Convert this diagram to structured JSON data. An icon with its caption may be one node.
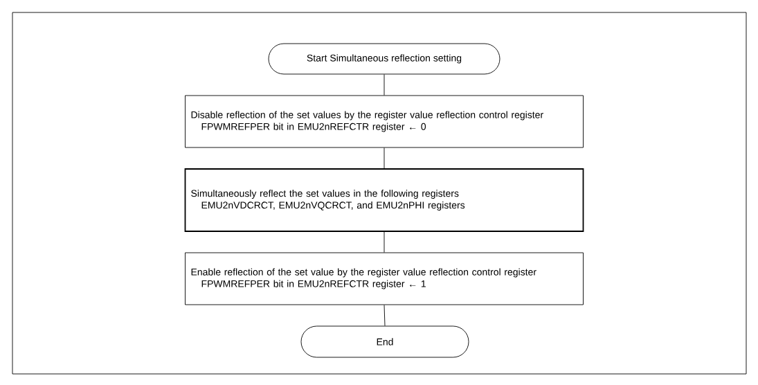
{
  "diagram": {
    "nodes": [
      {
        "text": [
          "Start Simultaneous reflection setting"
        ]
      },
      {
        "text": [
          "Disable reflection of the set values by the register value reflection control register",
          "FPWMREFPER bit in EMU2nREFCTR register ← 0"
        ]
      },
      {
        "text": [
          "Simultaneously reflect the set values in the following registers",
          "EMU2nVDCRCT, EMU2nVQCRCT, and EMU2nPHI registers"
        ]
      },
      {
        "text": [
          "Enable reflection of the set value by the register value reflection control register",
          "FPWMREFPER bit in EMU2nREFCTR register ← 1"
        ]
      },
      {
        "text": [
          "End"
        ]
      }
    ],
    "edges": [
      {
        "from": 0,
        "to": 1,
        "arrow": "none"
      },
      {
        "from": 1,
        "to": 2,
        "arrow": "none"
      },
      {
        "from": 2,
        "to": 3,
        "arrow": "none"
      },
      {
        "from": 3,
        "to": 4,
        "arrow": "none"
      }
    ]
  }
}
